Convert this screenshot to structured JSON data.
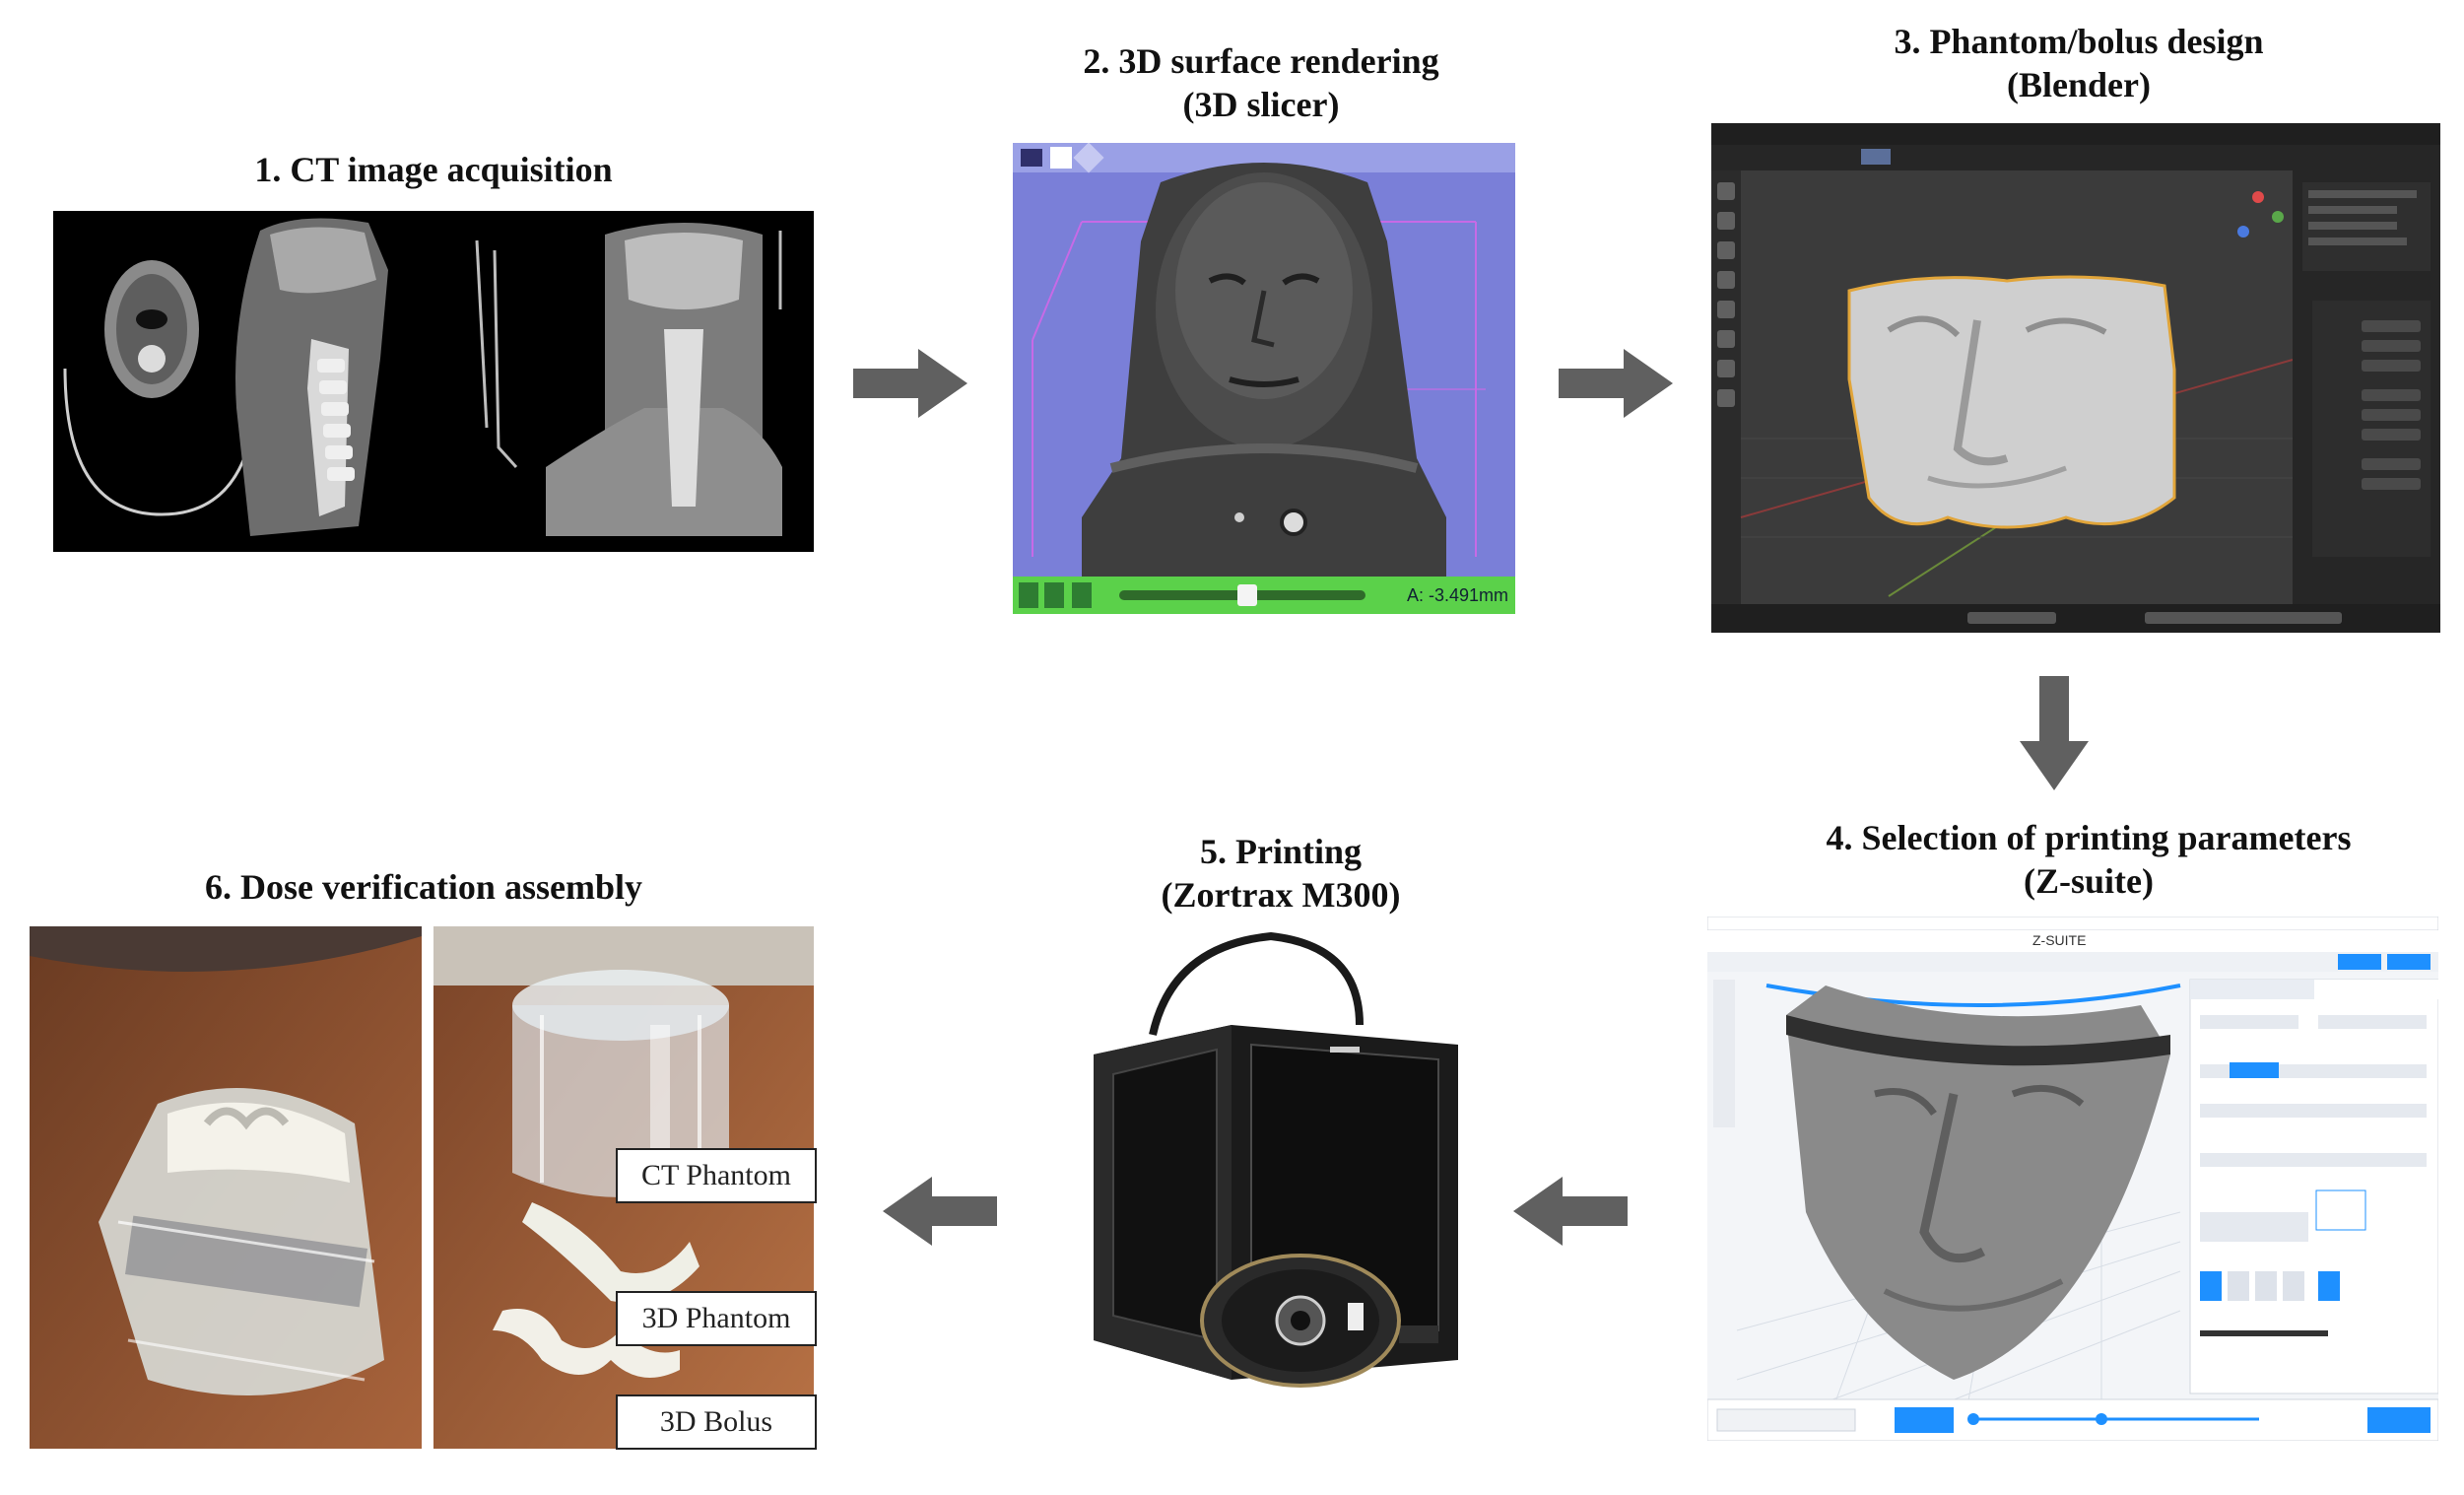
{
  "steps": [
    {
      "title": "1. CT image acquisition"
    },
    {
      "title_line1": "2. 3D surface rendering",
      "title_line2": "(3D slicer)",
      "readout": "A: -3.491mm"
    },
    {
      "title_line1": "3. Phantom/bolus design",
      "title_line2": "(Blender)"
    },
    {
      "title_line1": "4. Selection of printing parameters",
      "title_line2": "(Z-suite)",
      "app_title": "Z-SUITE"
    },
    {
      "title_line1": "5. Printing",
      "title_line2": "(Zortrax M300)"
    },
    {
      "title": "6. Dose verification assembly"
    }
  ],
  "assembly_labels": {
    "ct_phantom": "CT Phantom",
    "phantom_3d": "3D Phantom",
    "bolus_3d": "3D Bolus"
  },
  "colors": {
    "arrow": "#606060",
    "slicer_bg": "#7a7fd8",
    "slicer_bar": "#5bd14a",
    "blender_bg": "#3a3a3a",
    "zsuite_bg": "#f3f5f8",
    "accent_blue": "#1e90ff"
  },
  "arrows": [
    {
      "from": "step-1",
      "to": "step-2",
      "direction": "right"
    },
    {
      "from": "step-2",
      "to": "step-3",
      "direction": "right"
    },
    {
      "from": "step-3",
      "to": "step-4",
      "direction": "down"
    },
    {
      "from": "step-4",
      "to": "step-5",
      "direction": "left"
    },
    {
      "from": "step-5",
      "to": "step-6",
      "direction": "left"
    }
  ]
}
